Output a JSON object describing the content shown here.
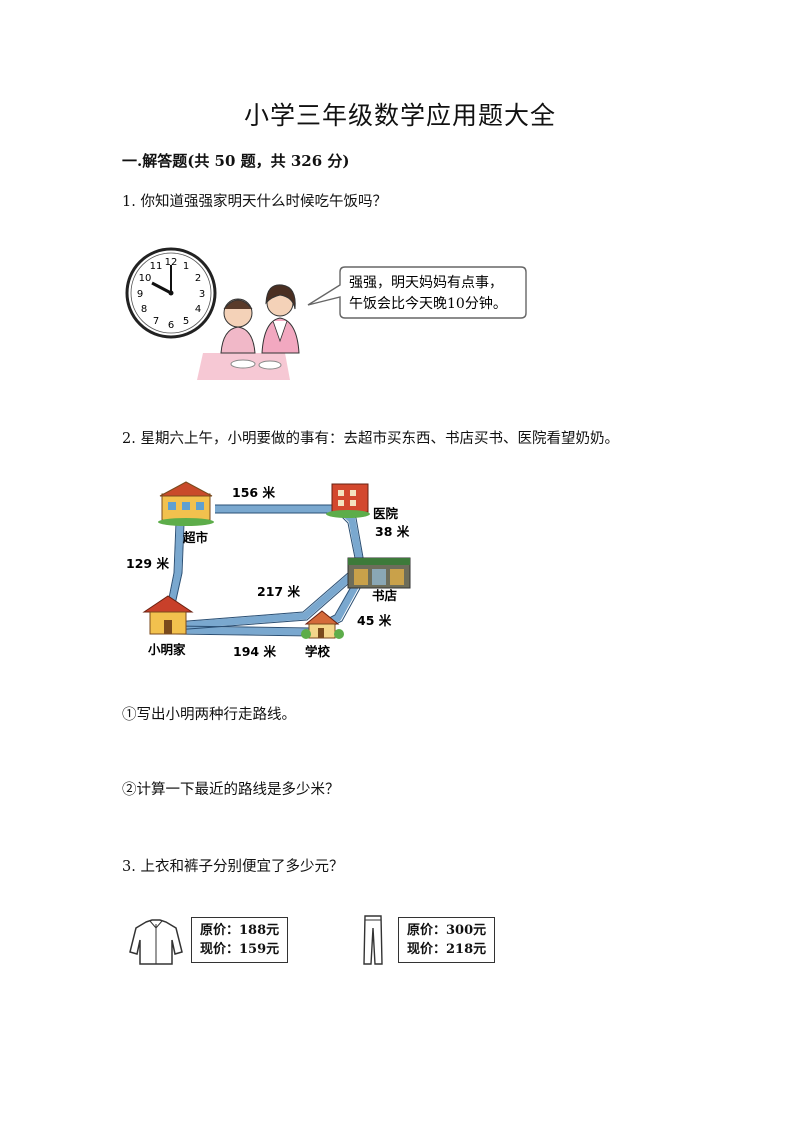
{
  "title": "小学三年级数学应用题大全",
  "section": "一.解答题(共 50 题，共 326 分)",
  "q1": {
    "text": "1. 你知道强强家明天什么时候吃午饭吗？",
    "speech_line1": "强强，明天妈妈有点事，",
    "speech_line2": "午饭会比今天晚10分钟。",
    "clock_numbers": [
      "12",
      "1",
      "2",
      "3",
      "4",
      "5",
      "6",
      "7",
      "8",
      "9",
      "10",
      "11"
    ]
  },
  "q2": {
    "text": "2. 星期六上午，小明要做的事有：去超市买东西、书店买书、医院看望奶奶。",
    "labels": {
      "d156": "156 米",
      "chaoshi": "超市",
      "yiyuan": "医院",
      "d38": "38 米",
      "d129": "129 米",
      "d217": "217 米",
      "shudian": "书店",
      "d45": "45 米",
      "xiaomingjia": "小明家",
      "d194": "194 米",
      "xuexiao": "学校"
    },
    "sub1": "①写出小明两种行走路线。",
    "sub2": "②计算一下最近的路线是多少米？"
  },
  "q3": {
    "text": "3. 上衣和裤子分别便宜了多少元？",
    "shirt_original": "原价：188元",
    "shirt_now": "现价：159元",
    "pants_original": "原价：300元",
    "pants_now": "现价：218元"
  }
}
